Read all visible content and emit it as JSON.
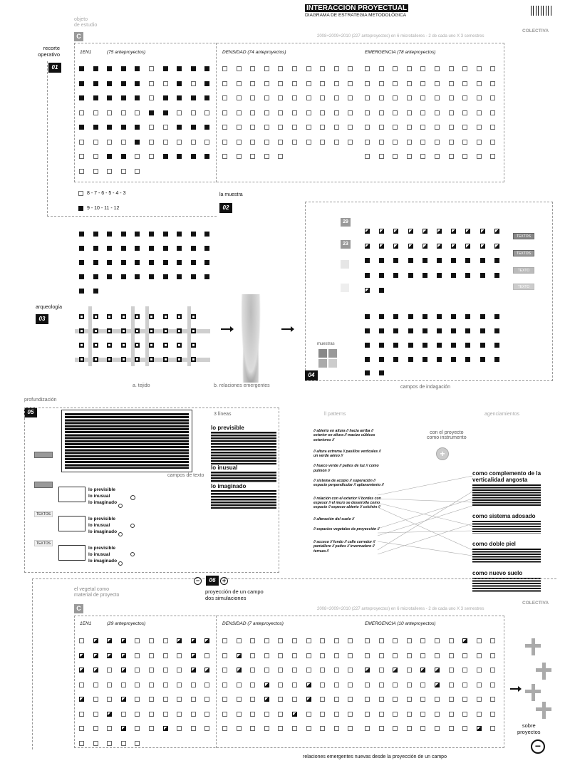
{
  "header": {
    "title": "INTERACCIÓN PROYECTUAL",
    "subtitle": "DIAGRAMA DE ESTRATEGIA METODOLÓGICA"
  },
  "section1": {
    "object_label": "objeto\nde estudio",
    "c_badge": "C",
    "colectiva": "COLECTIVA",
    "meta": "2008+2009+2010 (227 anteproyectos) en 6 microtalleres - 2 de cada uno X 3 semestres",
    "recorte": "recorte\noperativo",
    "num": "01",
    "col1": "1EN1",
    "col1_count": "(75 anteproyectos)",
    "col2": "DENSIDAD (74 anteproyectos)",
    "col3": "EMERGENCIA (78 anteproyectos)",
    "legend_empty": "8 - 7 - 6 - 5 - 4 - 3",
    "legend_filled": "9 - 10 - 11 - 12"
  },
  "section2": {
    "la_muestra": "la muestra",
    "num": "02",
    "count_29": "29",
    "count_23": "23",
    "textos": [
      "TEXTOS",
      "TEXTOS",
      "TEXTO",
      "TEXTO"
    ]
  },
  "section3": {
    "label": "arqueología",
    "num": "03",
    "caption_a": "a. tejido",
    "caption_b": "b. relaciones emergentes",
    "muestras": "muestras",
    "num4": "04",
    "campos": "campos de indagación"
  },
  "section5": {
    "label": "profundización",
    "num": "05",
    "campos_texto": "campos de texto",
    "textos": "TEXTOS",
    "items": [
      "lo previsible",
      "lo inusual",
      "lo imaginado"
    ],
    "lineas": "3 líneas",
    "heading_prev": "lo previsible",
    "heading_inus": "lo inusual",
    "heading_imag": "lo imaginado",
    "patterns_title": "ll patterns",
    "aggregation_title": "agenciamientos",
    "con_proyecto": "con el proyecto\ncomo instrumento",
    "left_phrases": [
      "// abierto en altura // hacia arriba // exterior en altura // macizo cúbicos exteriores //",
      "// altura extrema // pasillos verticales // un verde aéreo //",
      "// hueco verde // patios de luz // como pulmón //",
      "// sistema de acopio // superación // espacio perpendicular // aplanamiento //",
      "// relación con el exterior // bordes con espesor // el muro se desarrolla como espacio // espesor abierto // colchón //",
      "// alteración del suelo //",
      "// espacios vegetales de proyección //",
      "// acceso // fondo // calle corredor // pantallero // patios // invernadero // terraza //"
    ],
    "right_headings": [
      "como complemento de la verticalidad angosta",
      "como sistema adosado",
      "como doble piel",
      "como nuevo suelo"
    ]
  },
  "section6": {
    "num": "06",
    "proyeccion": "proyección de un campo\ndos simulaciones",
    "vegetal": "el vegetal como\nmaterial de proyecto",
    "c_badge": "C",
    "colectiva": "COLECTIVA",
    "meta": "2008+2009+2010 (227 anteproyectos) en 6 microtalleres - 2 de cada uno X 3 semestres",
    "col1": "1EN1",
    "col1_count": "(29 anteproyectos)",
    "col2": "DENSIDAD (7 anteproyectos)",
    "col3": "EMERGENCIA (10 anteproyectos)",
    "sobre": "sobre\nproyectos",
    "footer": "relaciones emergentes nuevas desde la proyección de un campo"
  },
  "colors": {
    "ink": "#111111",
    "grey": "#999999"
  }
}
